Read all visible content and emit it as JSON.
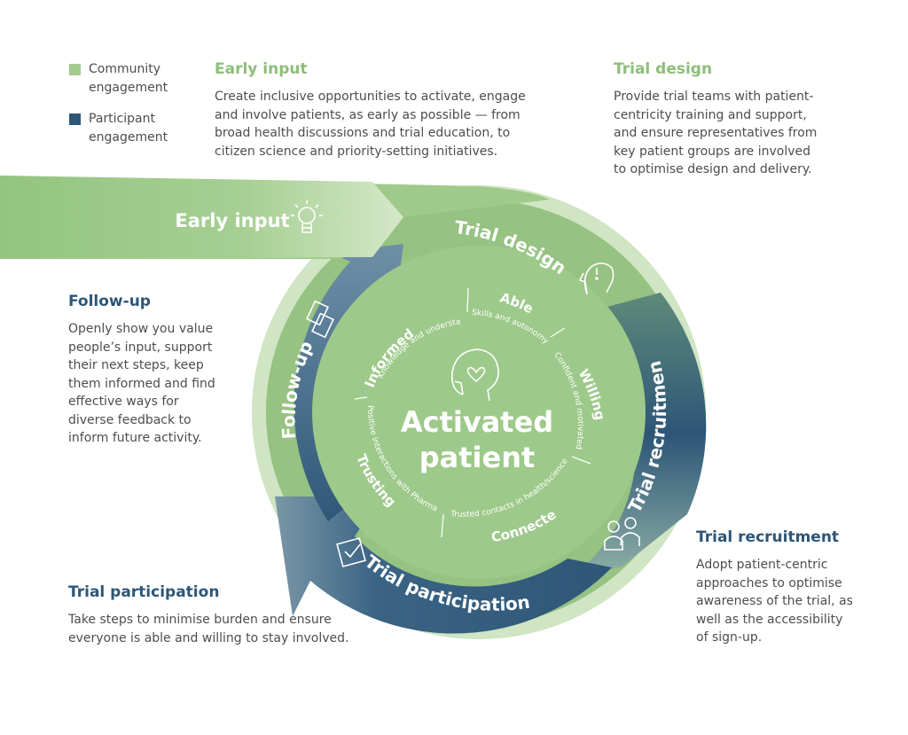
{
  "colors": {
    "community": "#a3cc8e",
    "participant": "#2d5677",
    "circle": "#96c282",
    "outer_ring": "#cfe5c3"
  },
  "legend": [
    {
      "label": "Community engagement",
      "color": "#a3cc8e"
    },
    {
      "label": "Participant engagement",
      "color": "#2d5677"
    }
  ],
  "sections": {
    "early_input": {
      "heading": "Early input",
      "body": "Create inclusive opportunities to activate, engage and involve patients, as early as possible — from broad health discussions and trial education, to citizen science and priority-setting initiatives."
    },
    "trial_design": {
      "heading": "Trial design",
      "body": "Provide trial teams with patient-centricity training and support, and ensure representatives from key patient groups are involved to optimise design and delivery."
    },
    "follow_up": {
      "heading": "Follow-up",
      "body": "Openly show you value people’s input, support their next steps, keep them informed and find effective ways for diverse feedback to inform future activity."
    },
    "trial_recruitment": {
      "heading": "Trial recruitment",
      "body": "Adopt patient-centric approaches to optimise awareness of the trial, as well as the accessibility of sign-up."
    },
    "trial_participation": {
      "heading": "Trial participation",
      "body": "Take steps to minimise burden and ensure everyone is able and willing to stay involved."
    }
  },
  "diagram": {
    "arrow_labels": {
      "early_input": "Early input",
      "trial_design": "Trial design",
      "trial_recruitment": "Trial recruitment",
      "trial_participation": "Trial participation",
      "follow_up": "Follow-up"
    },
    "center": {
      "line1": "Activated",
      "line2": "patient"
    },
    "segments": {
      "able": {
        "title": "Able",
        "subtitle": "Skills and autonomy"
      },
      "willing": {
        "title": "Willing",
        "subtitle": "Confident and motivated"
      },
      "connected": {
        "title": "Connected",
        "subtitle": "Trusted contacts in health/science"
      },
      "trusting": {
        "title": "Trusting",
        "subtitle": "Positive interactions with Pharma"
      },
      "informed": {
        "title": "Informed",
        "subtitle": "Knowledge and understanding"
      }
    }
  }
}
